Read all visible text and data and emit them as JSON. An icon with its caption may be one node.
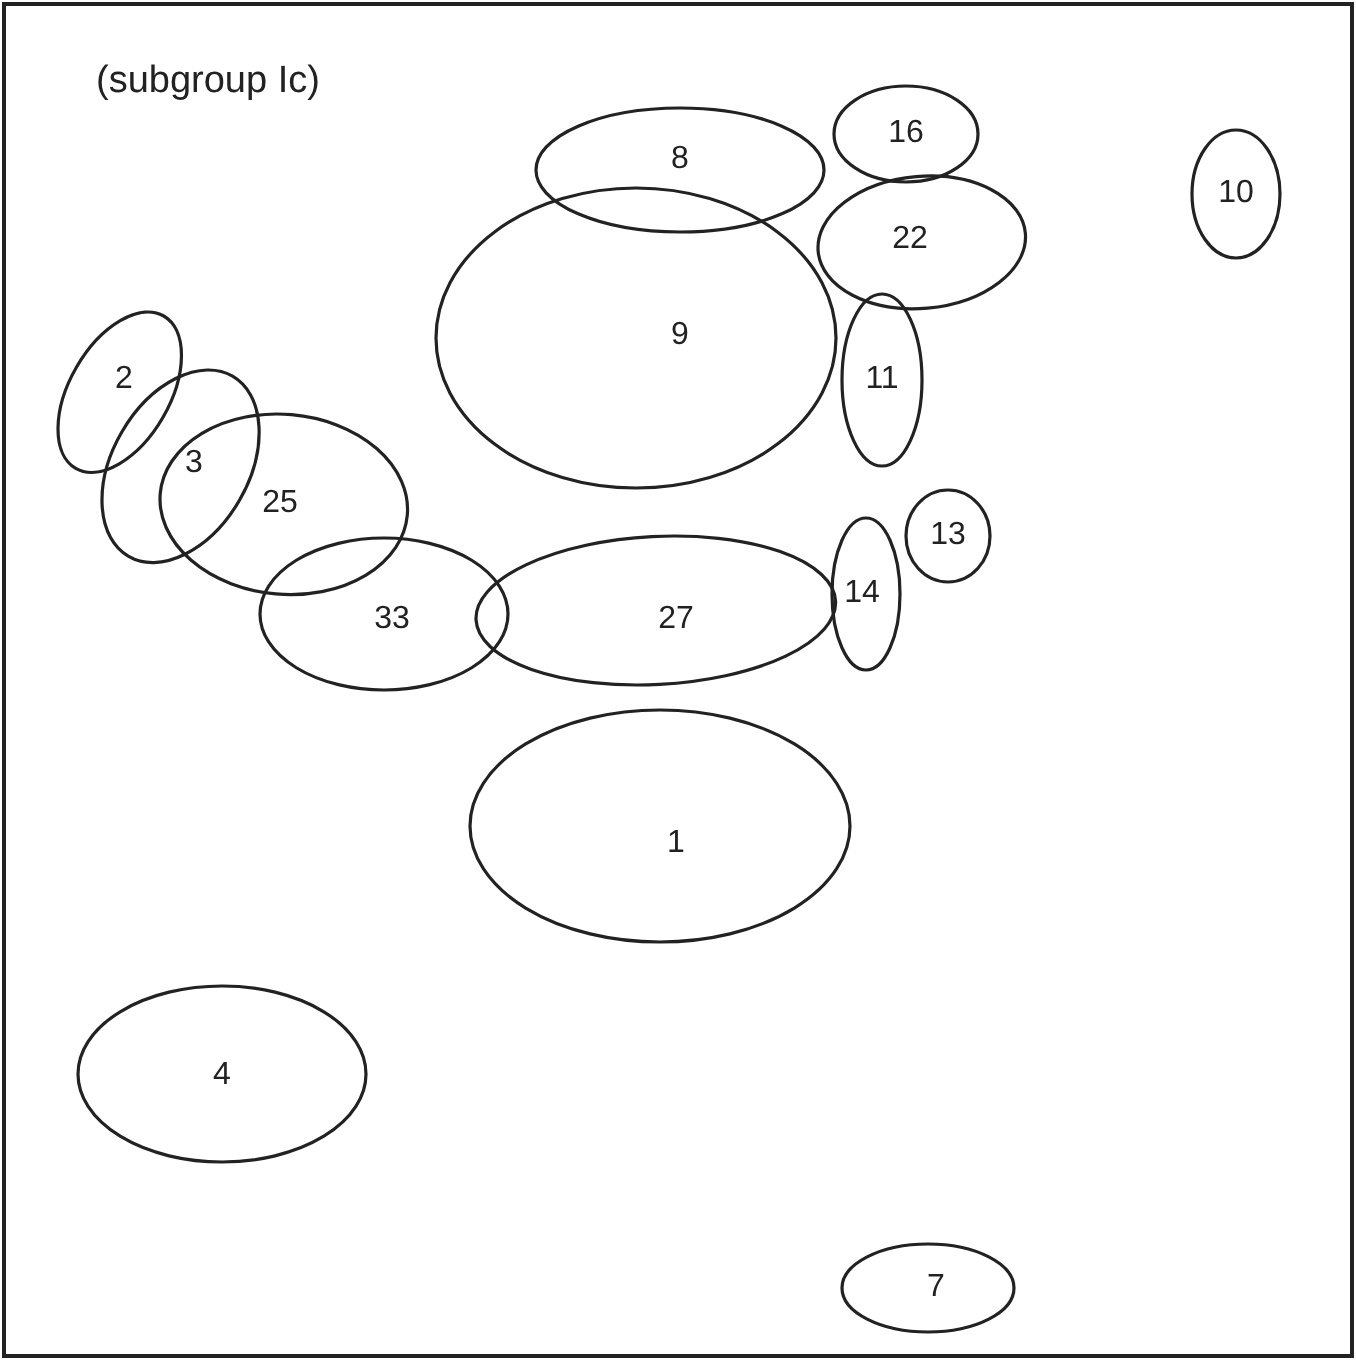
{
  "diagram": {
    "title": "(subgroup Ic)",
    "nodes": [
      {
        "text": [
          "8"
        ]
      },
      {
        "text": [
          "16"
        ]
      },
      {
        "text": [
          "10"
        ]
      },
      {
        "text": [
          "22"
        ]
      },
      {
        "text": [
          "9"
        ]
      },
      {
        "text": [
          "11"
        ]
      },
      {
        "text": [
          "2"
        ]
      },
      {
        "text": [
          "3"
        ]
      },
      {
        "text": [
          "25"
        ]
      },
      {
        "text": [
          "13"
        ]
      },
      {
        "text": [
          "14"
        ]
      },
      {
        "text": [
          "33"
        ]
      },
      {
        "text": [
          "27"
        ]
      },
      {
        "text": [
          "1"
        ]
      },
      {
        "text": [
          "4"
        ]
      },
      {
        "text": [
          "7"
        ]
      }
    ]
  }
}
